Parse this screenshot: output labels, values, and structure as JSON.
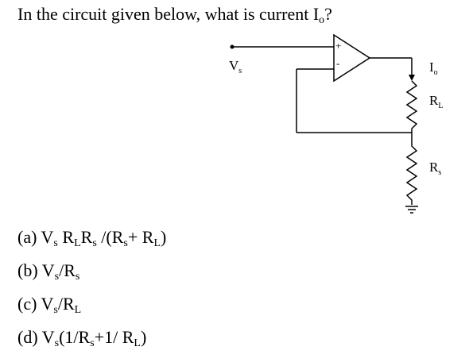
{
  "question": {
    "prefix": "In the  circuit given below, what is current I",
    "sub": "o",
    "suffix": "?"
  },
  "circuit": {
    "input_label": "V",
    "input_label_sub": "s",
    "current_label": "I",
    "current_label_sub": "o",
    "load_label": "R",
    "load_label_sub": "L",
    "source_res_label": "R",
    "source_res_label_sub": "s",
    "opamp_plus": "+",
    "opamp_minus": "-"
  },
  "options": {
    "a": [
      "(a) V",
      "s",
      " R",
      "L",
      "R",
      "s",
      " /(R",
      "s",
      "+ R",
      "L",
      ")"
    ],
    "b": [
      "(b) V",
      "s",
      "/R",
      "s"
    ],
    "c": [
      "(c) V",
      "s",
      "/R",
      "L"
    ],
    "d": [
      "(d) V",
      "s",
      "(1/R",
      "s",
      "+1/ R",
      "L",
      ")"
    ]
  }
}
